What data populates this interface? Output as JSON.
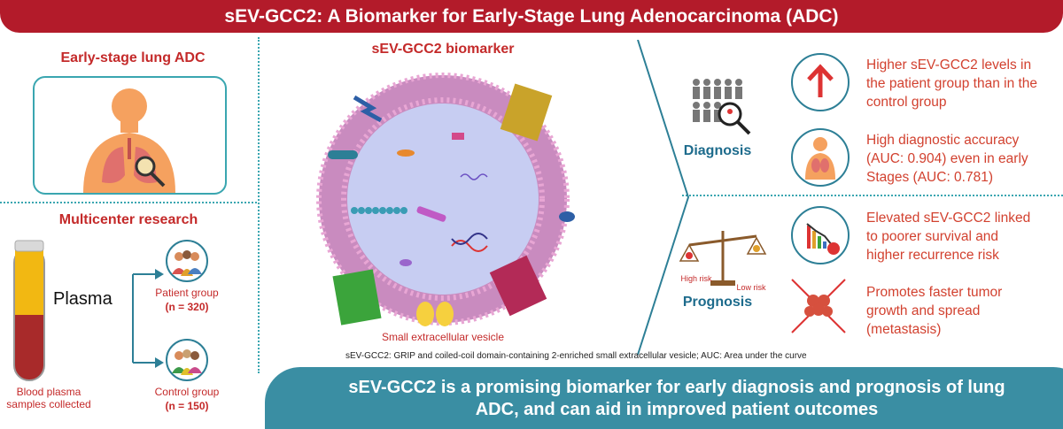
{
  "title": "sEV-GCC2: A Biomarker for Early-Stage Lung Adenocarcinoma (ADC)",
  "left": {
    "early_stage_title": "Early-stage lung ADC",
    "multicenter_title": "Multicenter research",
    "plasma_label": "Plasma",
    "tube_caption_line1": "Blood plasma",
    "tube_caption_line2": "samples collected",
    "patient_label": "Patient group",
    "patient_n": "(n = 320)",
    "control_label": "Control group",
    "control_n": "(n = 150)"
  },
  "center": {
    "title": "sEV-GCC2 biomarker",
    "vesicle_caption": "Small extracellular vesicle"
  },
  "right": {
    "diagnosis_label": "Diagnosis",
    "prognosis_label": "Prognosis",
    "high_risk": "High risk",
    "low_risk": "Low risk",
    "finding1_lines": [
      "Higher sEV-GCC2 levels in",
      "the patient group than in the",
      "control group"
    ],
    "finding2_lines": [
      "High diagnostic accuracy",
      "(AUC: 0.904) even in early",
      "Stages (AUC: 0.781)"
    ],
    "finding3_lines": [
      "Elevated sEV-GCC2 linked",
      "to poorer survival and",
      "higher recurrence risk"
    ],
    "finding4_lines": [
      "Promotes faster tumor",
      "growth and spread",
      "(metastasis)"
    ]
  },
  "footnote": "sEV-GCC2: GRIP and coiled-coil domain-containing 2-enriched small extracellular vesicle; AUC: Area under the curve",
  "conclusion_lines": [
    "sEV-GCC2 is a promising biomarker for early diagnosis and prognosis of lung",
    "ADC, and can aid in improved patient outcomes"
  ],
  "colors": {
    "title_red": "#b31b2a",
    "accent_teal": "#2d7f96",
    "text_orange": "#d2412f",
    "banner_teal": "#3a8ea3"
  }
}
